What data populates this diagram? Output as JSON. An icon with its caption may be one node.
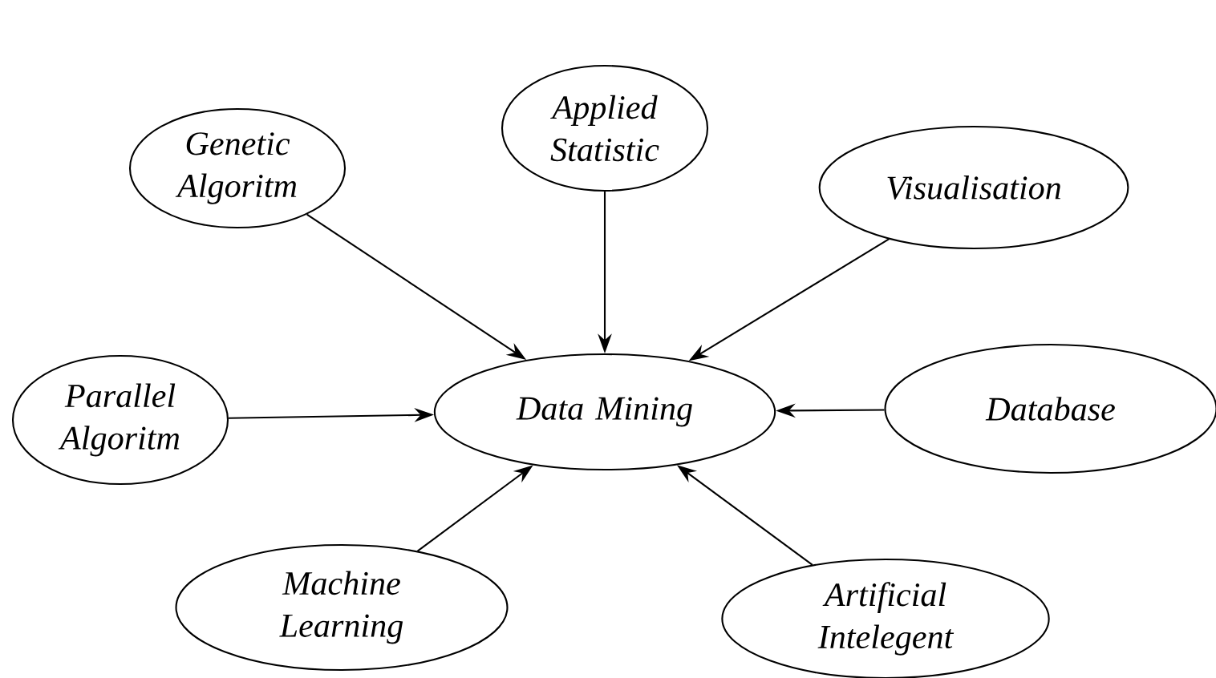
{
  "diagram": {
    "nodes": [
      {
        "text": [
          "Applied Statistic"
        ]
      },
      {
        "text": [
          "Genetic Algoritm"
        ]
      },
      {
        "text": [
          "Visualisation"
        ]
      },
      {
        "text": [
          "Parallel Algoritm"
        ]
      },
      {
        "text": [
          "Data Mining"
        ]
      },
      {
        "text": [
          "Database"
        ]
      },
      {
        "text": [
          "Machine Learning"
        ]
      },
      {
        "text": [
          "Artificial Intelegent"
        ]
      }
    ],
    "edges": [
      {
        "from": 0,
        "to": 4,
        "arrow": "to"
      },
      {
        "from": 1,
        "to": 4,
        "arrow": "to"
      },
      {
        "from": 2,
        "to": 4,
        "arrow": "to"
      },
      {
        "from": 3,
        "to": 4,
        "arrow": "to"
      },
      {
        "from": 5,
        "to": 4,
        "arrow": "to"
      },
      {
        "from": 6,
        "to": 4,
        "arrow": "to"
      },
      {
        "from": 7,
        "to": 4,
        "arrow": "to"
      }
    ]
  }
}
